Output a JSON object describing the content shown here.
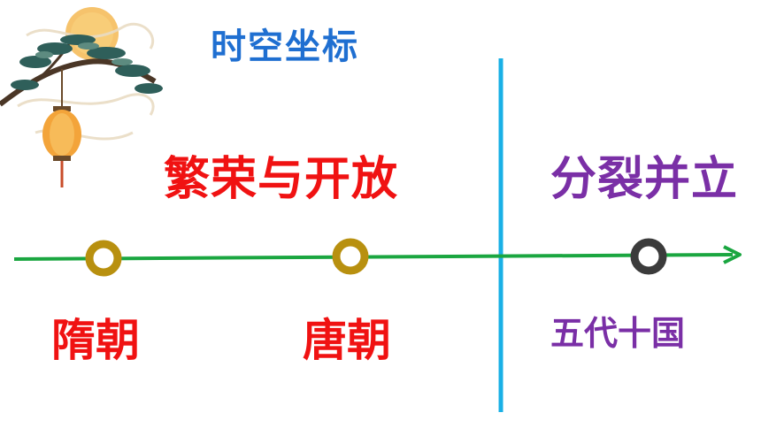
{
  "title": "时空坐标",
  "headings": {
    "prosperity": "繁荣与开放",
    "division": "分裂并立"
  },
  "dynasties": [
    {
      "label": "隋朝",
      "marker_color": "#b8900f"
    },
    {
      "label": "唐朝",
      "marker_color": "#b8900f"
    },
    {
      "label": "五代十国",
      "marker_color": "#3b3b3b"
    }
  ],
  "colors": {
    "title": "#1f6fd1",
    "prosperity": "#f01212",
    "division": "#7a2fa6",
    "timeline": "#1aa640",
    "divider": "#1ab0e6"
  },
  "icons": [
    "moon-icon",
    "pine-branch-icon",
    "lantern-icon"
  ]
}
